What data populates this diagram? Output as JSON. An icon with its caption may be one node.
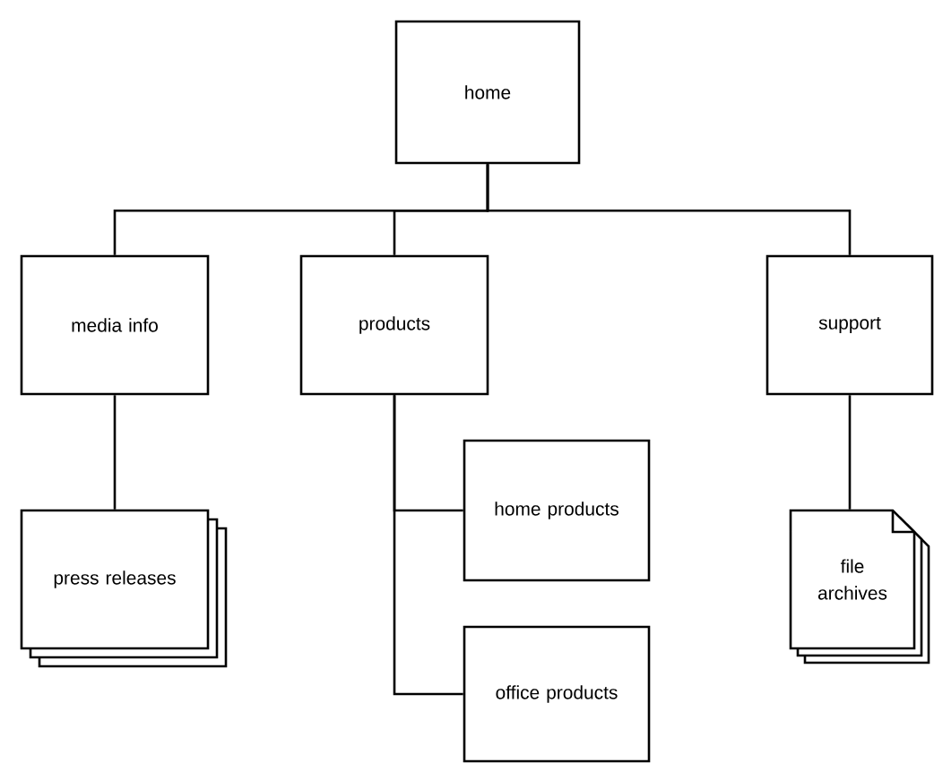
{
  "diagram": {
    "nodes": [
      {
        "text": [
          "home"
        ]
      },
      {
        "text": [
          "media info"
        ]
      },
      {
        "text": [
          "products"
        ]
      },
      {
        "text": [
          "support"
        ]
      },
      {
        "text": [
          "home products"
        ]
      },
      {
        "text": [
          "press releases"
        ]
      },
      {
        "text": [
          "file archives"
        ]
      },
      {
        "text": [
          "office products"
        ]
      }
    ],
    "edges": [
      {
        "from": 0,
        "to": 1,
        "arrow": "none"
      },
      {
        "from": 0,
        "to": 2,
        "arrow": "none"
      },
      {
        "from": 0,
        "to": 3,
        "arrow": "none"
      },
      {
        "from": 1,
        "to": 5,
        "arrow": "none"
      },
      {
        "from": 2,
        "to": 4,
        "arrow": "none"
      },
      {
        "from": 2,
        "to": 7,
        "arrow": "none"
      },
      {
        "from": 3,
        "to": 6,
        "arrow": "none"
      }
    ]
  }
}
